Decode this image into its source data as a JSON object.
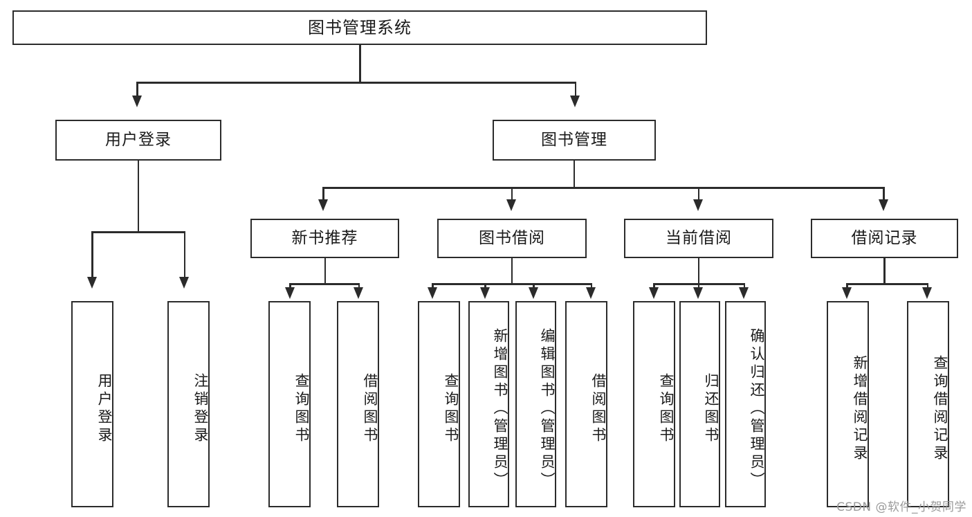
{
  "diagram": {
    "type": "hierarchy-tree",
    "title_label": "图书管理系统",
    "level2": {
      "user_login": "用户登录",
      "book_manage": "图书管理"
    },
    "level3": {
      "new_book_rec": "新书推荐",
      "book_borrow": "图书借阅",
      "current_borrow": "当前借阅",
      "borrow_record": "借阅记录"
    },
    "leaves": {
      "user_login": [
        "用户登录",
        "注销登录"
      ],
      "new_book_rec": [
        "查询图书",
        "借阅图书"
      ],
      "book_borrow": [
        "查询图书",
        "新增图书（管理员）",
        "编辑图书（管理员）",
        "借阅图书"
      ],
      "current_borrow": [
        "查询图书",
        "归还图书",
        "确认归还（管理员）"
      ],
      "borrow_record": [
        "新增借阅记录",
        "查询借阅记录"
      ]
    },
    "watermark": "CSDN @软件_小贺同学",
    "colors": {
      "stroke": "#2b2b2b",
      "background": "#ffffff",
      "text": "#1a1a1a",
      "watermark": "#9a9a9a"
    }
  }
}
